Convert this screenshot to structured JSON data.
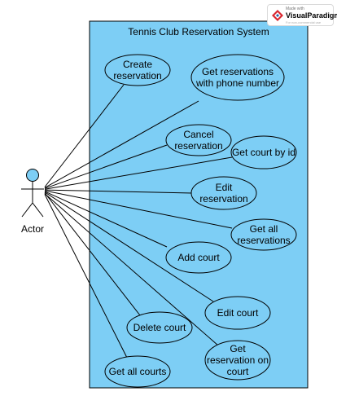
{
  "system": {
    "title": "Tennis Club Reservation System",
    "fill": "#7dcef5"
  },
  "actor": {
    "label": "Actor",
    "head_fill": "#7dcef5"
  },
  "badge": {
    "small": "Made with",
    "name": "VisualParadigm",
    "tag": "For non-commercial use"
  },
  "use_cases": [
    {
      "id": "create-reservation",
      "lines": [
        "Create",
        "reservation"
      ]
    },
    {
      "id": "get-reservations-with-phone-number",
      "lines": [
        "Get reservations",
        "with phone number"
      ]
    },
    {
      "id": "cancel-reservation",
      "lines": [
        "Cancel",
        "reservation"
      ]
    },
    {
      "id": "get-court-by-id",
      "lines": [
        "Get court by id"
      ]
    },
    {
      "id": "edit-reservation",
      "lines": [
        "Edit",
        "reservation"
      ]
    },
    {
      "id": "get-all-reservations",
      "lines": [
        "Get all",
        "reservations"
      ]
    },
    {
      "id": "add-court",
      "lines": [
        "Add court"
      ]
    },
    {
      "id": "edit-court",
      "lines": [
        "Edit court"
      ]
    },
    {
      "id": "delete-court",
      "lines": [
        "Delete court"
      ]
    },
    {
      "id": "get-reservation-on-court",
      "lines": [
        "Get",
        "reservation on",
        "court"
      ]
    },
    {
      "id": "get-all-courts",
      "lines": [
        "Get all courts"
      ]
    }
  ]
}
